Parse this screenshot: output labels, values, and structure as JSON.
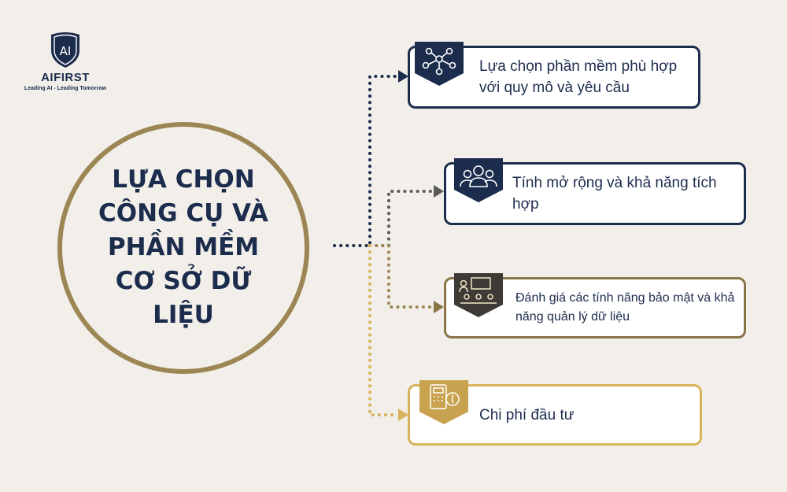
{
  "logo": {
    "mark": "AI",
    "name": "AIFIRST",
    "tagline": "Leading AI - Leading Tomorrow"
  },
  "central_topic": "LỰA CHỌN CÔNG CỤ VÀ PHẦN MỀM CƠ SỞ DỮ LIỆU",
  "items": [
    {
      "label": "Lựa chọn phần mềm phù hợp với quy mô và yêu cầu",
      "icon": "network-people-icon",
      "color": "#1c2c4d"
    },
    {
      "label": "Tính mở rộng và khả năng tích hợp",
      "icon": "group-people-icon",
      "color": "#1c2c4d"
    },
    {
      "label": "Đánh giá các tính năng bảo mật và khả năng quản lý dữ liệu",
      "icon": "meeting-presentation-icon",
      "color": "#8a7548"
    },
    {
      "label": "Chi phí đầu tư",
      "icon": "cost-calculator-icon",
      "color": "#d9b35c"
    }
  ]
}
